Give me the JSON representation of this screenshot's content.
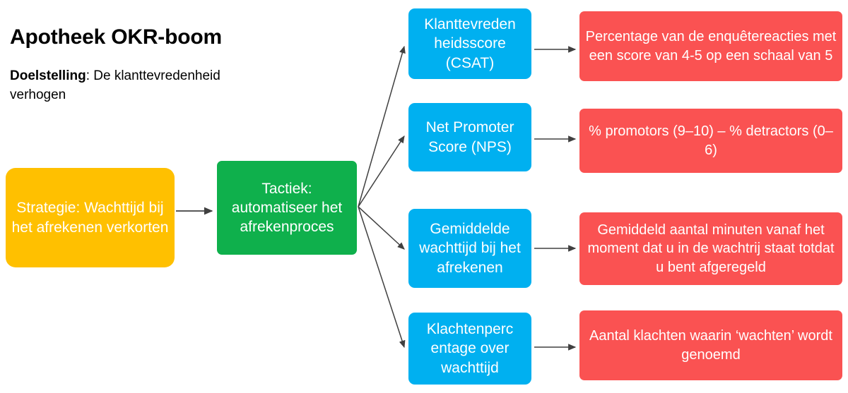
{
  "header": {
    "title": "Apotheek OKR-boom",
    "objective_label": "Doelstelling",
    "objective_separator": ": ",
    "objective_text": "De klanttevredenheid verhogen"
  },
  "colors": {
    "strategy": "#FFC000",
    "tactic": "#0FB04C",
    "kpi": "#00B0F0",
    "description": "#FA5252",
    "connector": "#404040",
    "text_on_box": "#FFFFFF",
    "heading_text": "#000000",
    "background": "#FFFFFF"
  },
  "strategy": {
    "label": "Strategie: Wachttijd bij het afrekenen verkorten"
  },
  "tactic": {
    "label": "Tactiek: automatiseer het afrekenproces"
  },
  "kpis": [
    {
      "label": "Klanttevreden heidsscore (CSAT)",
      "description": "Percentage van de enquêtereacties met een score van 4-5 op een schaal van 5"
    },
    {
      "label": "Net Promoter Score (NPS)",
      "description": "% promotors (9–10) – % detractors (0–6)"
    },
    {
      "label": "Gemiddelde wachttijd bij het afrekenen",
      "description": "Gemiddeld aantal minuten vanaf het moment dat u in de wachtrij staat totdat u bent afgeregeld"
    },
    {
      "label": "Klachtenperc entage over wachttijd",
      "description": "Aantal klachten waarin ‘wachten’ wordt genoemd"
    }
  ]
}
